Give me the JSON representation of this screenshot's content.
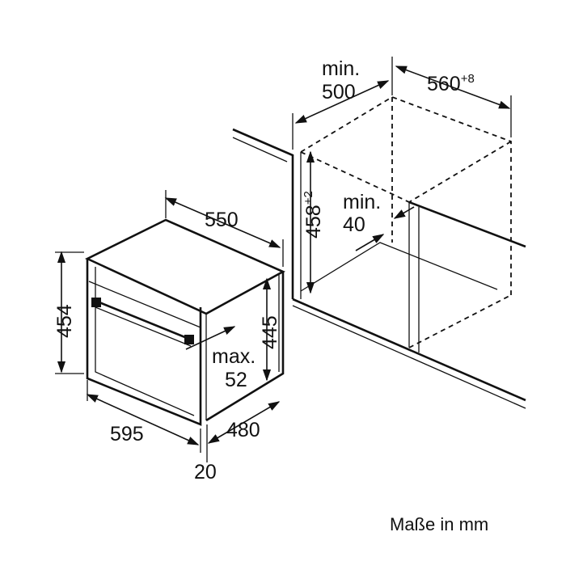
{
  "dimensions": {
    "oven_width": "550",
    "oven_height": "454",
    "oven_front_height": "445",
    "front_width": "595",
    "depth": "480",
    "panel_offset": "20",
    "max_label": "max.",
    "max_value": "52",
    "niche_min_label": "min.",
    "niche_min_value": "500",
    "niche_width": "560",
    "niche_width_tolerance": "+8",
    "niche_height": "458",
    "niche_height_tolerance": "+2",
    "vent_min_label": "min.",
    "vent_min_value": "40"
  },
  "caption": "Maße in mm"
}
